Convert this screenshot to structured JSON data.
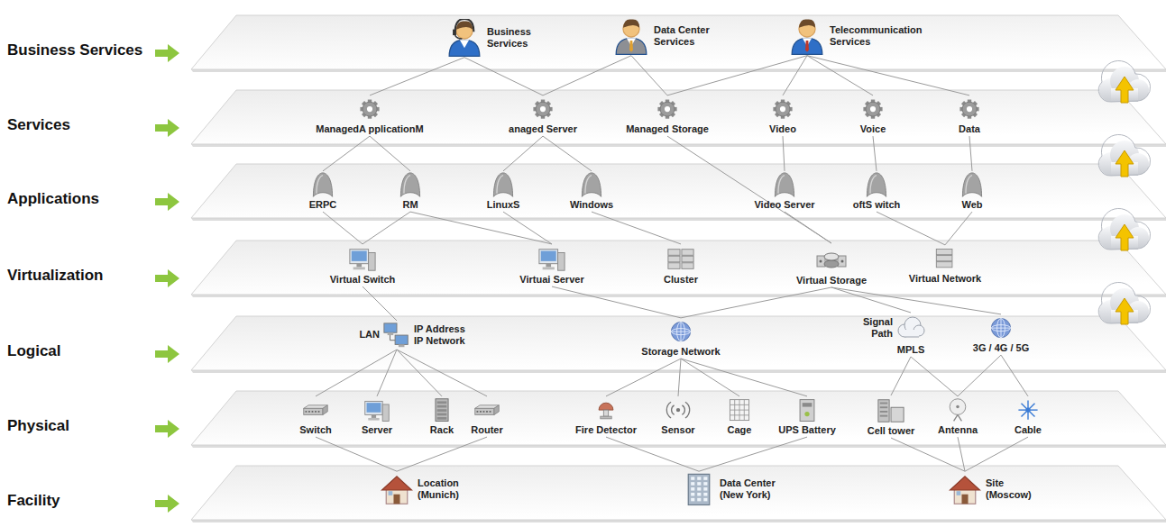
{
  "diagram": {
    "nodes": [
      {
        "text": [
          "Business Services"
        ]
      },
      {
        "text": [
          "Business Services"
        ],
        "in": 0
      },
      {
        "text": [
          "Data Center Services"
        ],
        "in": 0
      },
      {
        "text": [
          "Telecommunication Services"
        ],
        "in": 0
      },
      {
        "text": [
          "Services"
        ]
      },
      {
        "text": [
          "ManagedA pplicationM"
        ],
        "in": 4
      },
      {
        "text": [
          "anaged Server"
        ],
        "in": 4
      },
      {
        "text": [
          "Managed Storage"
        ],
        "in": 4
      },
      {
        "text": [
          "Video"
        ],
        "in": 4
      },
      {
        "text": [
          "Voice"
        ],
        "in": 4
      },
      {
        "text": [
          "Data"
        ],
        "in": 4
      },
      {
        "text": [
          "Applications"
        ]
      },
      {
        "text": [
          "ERPC"
        ],
        "in": 11
      },
      {
        "text": [
          "RM"
        ],
        "in": 11
      },
      {
        "text": [
          "LinuxS"
        ],
        "in": 11
      },
      {
        "text": [
          "Windows"
        ],
        "in": 11
      },
      {
        "text": [
          "Video Server"
        ],
        "in": 11
      },
      {
        "text": [
          "oftS witch"
        ],
        "in": 11
      },
      {
        "text": [
          "Web"
        ],
        "in": 11
      },
      {
        "text": [
          "Virtualization"
        ]
      },
      {
        "text": [
          "Virtual Switch"
        ],
        "in": 19
      },
      {
        "text": [
          "Virtuai Server"
        ],
        "in": 19
      },
      {
        "text": [
          "Cluster"
        ],
        "in": 19
      },
      {
        "text": [
          "Virtual Storage"
        ],
        "in": 19
      },
      {
        "text": [
          "Virtual Network"
        ],
        "in": 19
      },
      {
        "text": [
          "Logical"
        ]
      },
      {
        "text": [
          "IP Address IP Network",
          "LAN"
        ],
        "in": 25
      },
      {
        "text": [
          "Storage Network"
        ],
        "in": 25
      },
      {
        "text": [
          "Signal Path",
          "MPLS"
        ],
        "in": 25
      },
      {
        "text": [
          "3G / 4G / 5G"
        ],
        "in": 25
      },
      {
        "text": [
          "Physical"
        ]
      },
      {
        "text": [
          "Switch"
        ],
        "in": 30
      },
      {
        "text": [
          "Server"
        ],
        "in": 30
      },
      {
        "text": [
          "Rack"
        ],
        "in": 30
      },
      {
        "text": [
          "Router"
        ],
        "in": 30
      },
      {
        "text": [
          "Fire Detector"
        ],
        "in": 30
      },
      {
        "text": [
          "Sensor"
        ],
        "in": 30
      },
      {
        "text": [
          "Cage"
        ],
        "in": 30
      },
      {
        "text": [
          "UPS Battery"
        ],
        "in": 30
      },
      {
        "text": [
          "Cell tower"
        ],
        "in": 30
      },
      {
        "text": [
          "Antenna"
        ],
        "in": 30
      },
      {
        "text": [
          "Cable"
        ],
        "in": 30
      },
      {
        "text": [
          "Facility"
        ]
      },
      {
        "text": [
          "Location (Munich)"
        ],
        "in": 42
      },
      {
        "text": [
          "Data Center (New York)"
        ],
        "in": 42
      },
      {
        "text": [
          "Site (Moscow)"
        ],
        "in": 42
      }
    ],
    "edges": [
      {
        "from": 1,
        "to": 5,
        "arrow": "none"
      },
      {
        "from": 1,
        "to": 6,
        "arrow": "none"
      },
      {
        "from": 2,
        "to": 6,
        "arrow": "none"
      },
      {
        "from": 2,
        "to": 7,
        "arrow": "none"
      },
      {
        "from": 3,
        "to": 7,
        "arrow": "none"
      },
      {
        "from": 3,
        "to": 8,
        "arrow": "none"
      },
      {
        "from": 3,
        "to": 9,
        "arrow": "none"
      },
      {
        "from": 3,
        "to": 10,
        "arrow": "none"
      },
      {
        "from": 5,
        "to": 12,
        "arrow": "none"
      },
      {
        "from": 5,
        "to": 13,
        "arrow": "none"
      },
      {
        "from": 6,
        "to": 14,
        "arrow": "none"
      },
      {
        "from": 6,
        "to": 15,
        "arrow": "none"
      },
      {
        "from": 7,
        "to": 23,
        "arrow": "none"
      },
      {
        "from": 8,
        "to": 16,
        "arrow": "none"
      },
      {
        "from": 9,
        "to": 17,
        "arrow": "none"
      },
      {
        "from": 10,
        "to": 18,
        "arrow": "none"
      },
      {
        "from": 12,
        "to": 20,
        "arrow": "none"
      },
      {
        "from": 13,
        "to": 20,
        "arrow": "none"
      },
      {
        "from": 13,
        "to": 21,
        "arrow": "none"
      },
      {
        "from": 14,
        "to": 21,
        "arrow": "none"
      },
      {
        "from": 15,
        "to": 22,
        "arrow": "none"
      },
      {
        "from": 16,
        "to": 23,
        "arrow": "none"
      },
      {
        "from": 17,
        "to": 24,
        "arrow": "none"
      },
      {
        "from": 18,
        "to": 24,
        "arrow": "none"
      },
      {
        "from": 20,
        "to": 26,
        "arrow": "none"
      },
      {
        "from": 21,
        "to": 27,
        "arrow": "none"
      },
      {
        "from": 23,
        "to": 27,
        "arrow": "none"
      },
      {
        "from": 23,
        "to": 28,
        "arrow": "none"
      },
      {
        "from": 23,
        "to": 29,
        "arrow": "none"
      },
      {
        "from": 26,
        "to": 31,
        "arrow": "none"
      },
      {
        "from": 26,
        "to": 32,
        "arrow": "none"
      },
      {
        "from": 26,
        "to": 33,
        "arrow": "none"
      },
      {
        "from": 26,
        "to": 34,
        "arrow": "none"
      },
      {
        "from": 27,
        "to": 35,
        "arrow": "none"
      },
      {
        "from": 27,
        "to": 36,
        "arrow": "none"
      },
      {
        "from": 27,
        "to": 37,
        "arrow": "none"
      },
      {
        "from": 27,
        "to": 38,
        "arrow": "none"
      },
      {
        "from": 28,
        "to": 39,
        "arrow": "none"
      },
      {
        "from": 28,
        "to": 40,
        "arrow": "none"
      },
      {
        "from": 29,
        "to": 40,
        "arrow": "none"
      },
      {
        "from": 29,
        "to": 41,
        "arrow": "none"
      },
      {
        "from": 31,
        "to": 43,
        "arrow": "none"
      },
      {
        "from": 34,
        "to": 43,
        "arrow": "none"
      },
      {
        "from": 35,
        "to": 44,
        "arrow": "none"
      },
      {
        "from": 38,
        "to": 44,
        "arrow": "none"
      },
      {
        "from": 39,
        "to": 45,
        "arrow": "none"
      },
      {
        "from": 40,
        "to": 45,
        "arrow": "none"
      },
      {
        "from": 41,
        "to": 45,
        "arrow": "none"
      }
    ]
  }
}
